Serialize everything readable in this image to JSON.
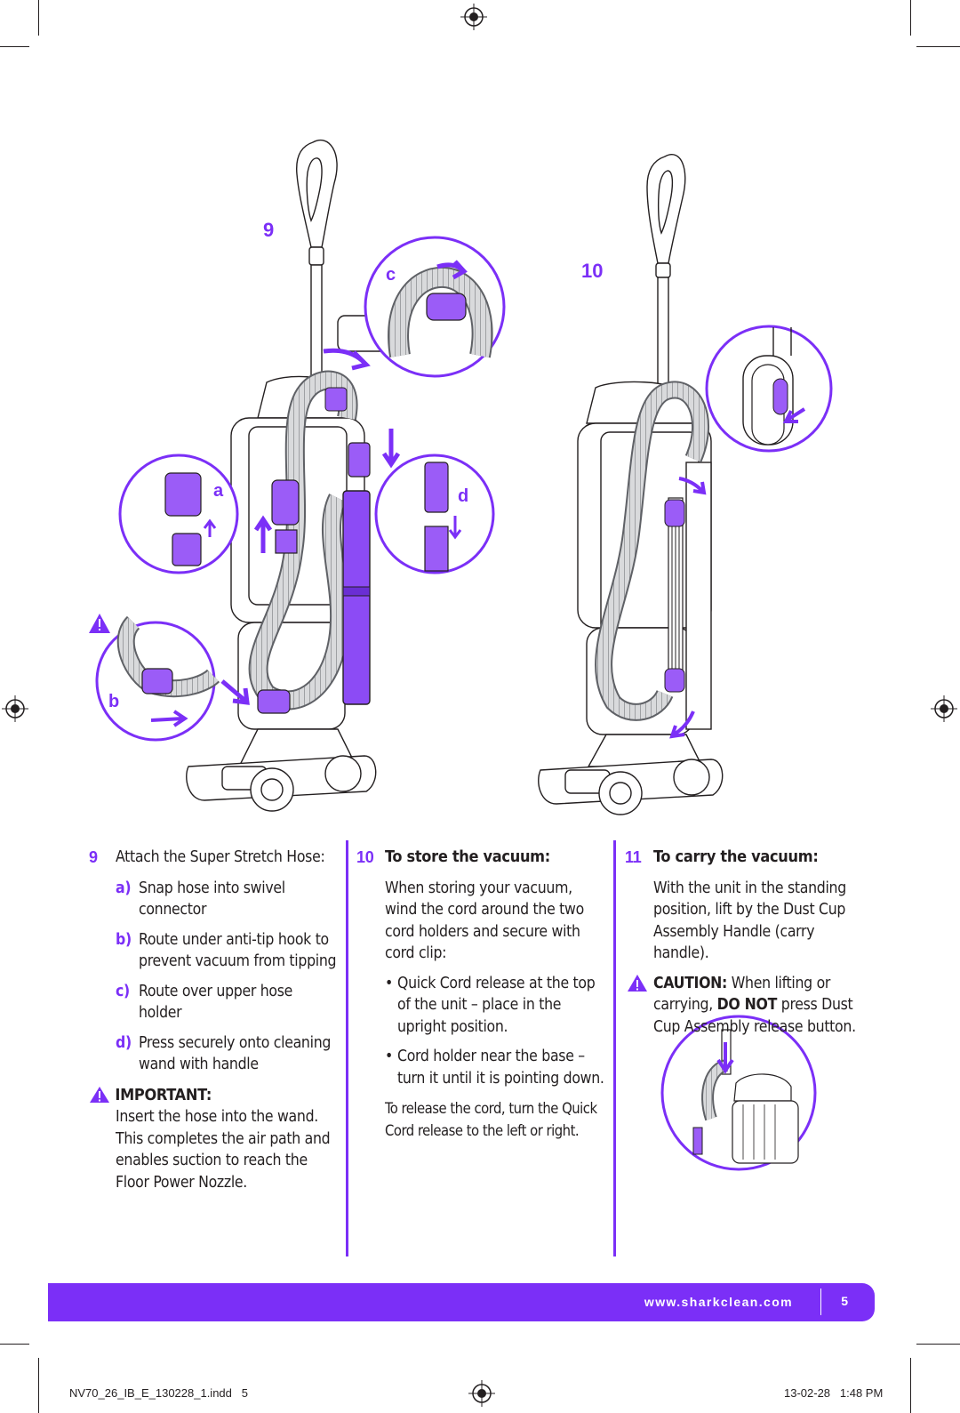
{
  "colors": {
    "accent": "#7b2ff7",
    "text": "#231f20",
    "footer_text": "#ffffff"
  },
  "figures": {
    "fig9_label": "9",
    "fig10_label": "10",
    "callout_a": "a",
    "callout_b": "b",
    "callout_c": "c",
    "callout_d": "d"
  },
  "step9": {
    "number": "9",
    "title": "Attach the Super Stretch Hose:",
    "items": [
      {
        "letter": "a)",
        "text": "Snap hose into swivel connector"
      },
      {
        "letter": "b)",
        "text": "Route under anti-tip hook to prevent vacuum from tipping"
      },
      {
        "letter": "c)",
        "text": "Route over upper hose holder"
      },
      {
        "letter": "d)",
        "text": "Press securely onto cleaning wand with handle"
      }
    ],
    "important_label": "IMPORTANT:",
    "important_text": "Insert the hose into the wand. This completes the air path and enables suction to reach the Floor Power Nozzle."
  },
  "step10": {
    "number": "10",
    "title": "To store the vacuum:",
    "intro": "When storing your vacuum, wind the cord around the two cord holders and secure with cord clip:",
    "bullets": [
      "Quick Cord release at the top of the unit – place in the upright position.",
      "Cord holder near the base – turn it until it is pointing down."
    ],
    "note": "To release the cord, turn the Quick Cord release to the left or right."
  },
  "step11": {
    "number": "11",
    "title": "To carry the vacuum:",
    "text": "With the unit in the standing position, lift by the Dust Cup Assembly Handle (carry handle).",
    "caution_label": "CAUTION:",
    "caution_pre": "When lifting or carrying,",
    "caution_bold": "DO NOT",
    "caution_post": "press Dust Cup Assembly release button."
  },
  "footer": {
    "url": "www.sharkclean.com",
    "page": "5"
  },
  "slug": {
    "file": "NV70_26_IB_E_130228_1.indd   5",
    "date": "13-02-28   1:48 PM"
  }
}
